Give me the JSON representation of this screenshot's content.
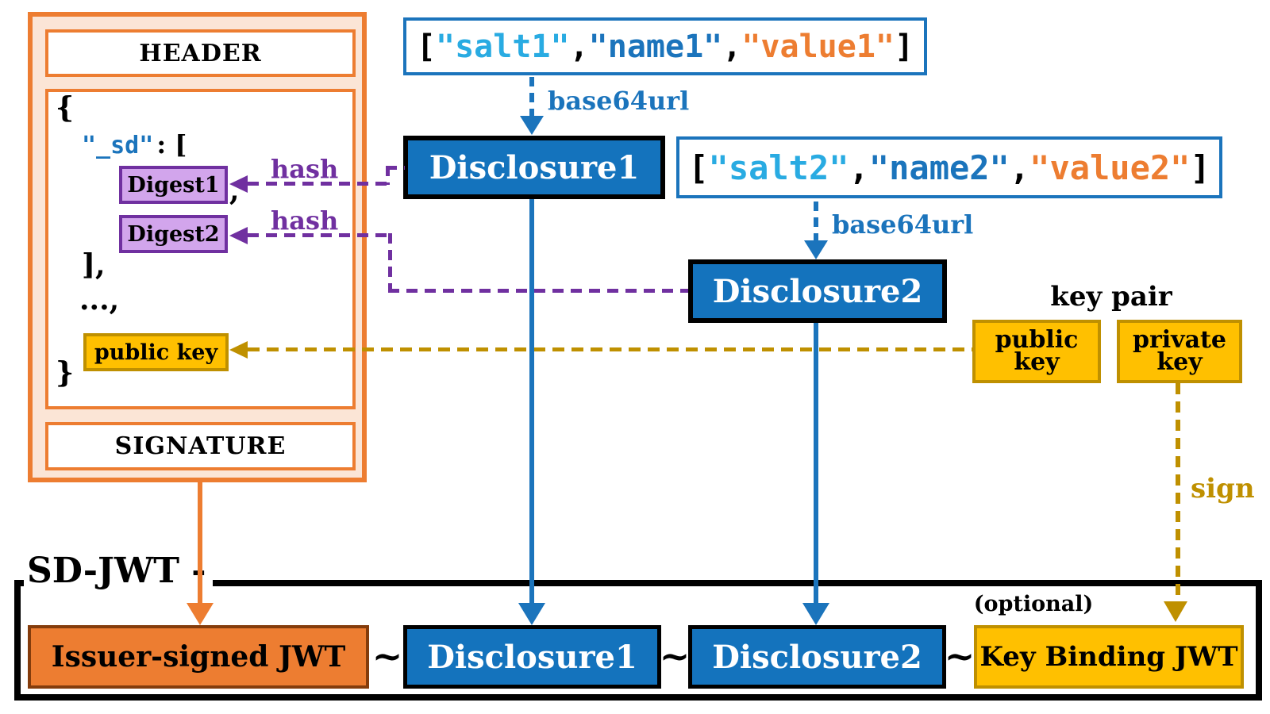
{
  "jwt_panel": {
    "header_label": "HEADER",
    "signature_label": "SIGNATURE",
    "claims": {
      "open_brace": "{",
      "sd_key": "\"_sd\"",
      "sd_colon": ": [",
      "digest1": "Digest1",
      "comma": ",",
      "digest2": "Digest2",
      "close_bracket": "],",
      "ellipsis": "...,",
      "public_key_field": "public key",
      "close_brace": "}"
    }
  },
  "salt1": {
    "open": "[",
    "salt": "\"salt1\"",
    "c1": ",",
    "name": "\"name1\"",
    "c2": ",",
    "value": "\"value1\"",
    "close": "]"
  },
  "salt2": {
    "open": "[",
    "salt": "\"salt2\"",
    "c1": ",",
    "name": "\"name2\"",
    "c2": ",",
    "value": "\"value2\"",
    "close": "]"
  },
  "disclosures": {
    "d1": "Disclosure1",
    "d2": "Disclosure2"
  },
  "arrows": {
    "base64url": "base64url",
    "hash": "hash",
    "sign": "sign"
  },
  "key_pair": {
    "label": "key pair",
    "public_line1": "public",
    "public_line2": "key",
    "private_line1": "private",
    "private_line2": "key"
  },
  "sdjwt": {
    "legend": "SD-JWT -",
    "issuer": "Issuer-signed JWT",
    "tilde": "~",
    "optional": "(optional)",
    "key_binding": "Key Binding JWT"
  },
  "colors": {
    "orange": "#ED7D31",
    "orange_light_fill": "#FBE5D6",
    "orange_dark_border": "#843C0C",
    "blue": "#1B74BC",
    "blue_box_fill": "#1473BD",
    "cyan_text": "#29ABE2",
    "orange_text": "#ED7D31",
    "purple": "#7030A0",
    "purple_light_fill": "#D2A5EC",
    "yellow_fill": "#FFC000",
    "gold_border": "#BF9000",
    "black": "#000000"
  }
}
